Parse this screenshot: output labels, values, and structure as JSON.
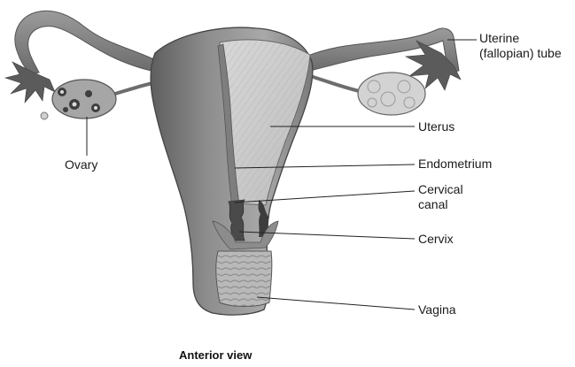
{
  "labels": {
    "uterine_tube": [
      "Uterine",
      "(fallopian) tube"
    ],
    "uterus": "Uterus",
    "endometrium": "Endometrium",
    "cervical_canal": [
      "Cervical",
      "canal"
    ],
    "cervix": "Cervix",
    "vagina": "Vagina",
    "ovary": "Ovary"
  },
  "caption": "Anterior view",
  "colors": {
    "tissue_dark": "#6f6f6f",
    "tissue_mid": "#9a9a9a",
    "tissue_light": "#cfcfcf",
    "leader_line": "#222222"
  }
}
